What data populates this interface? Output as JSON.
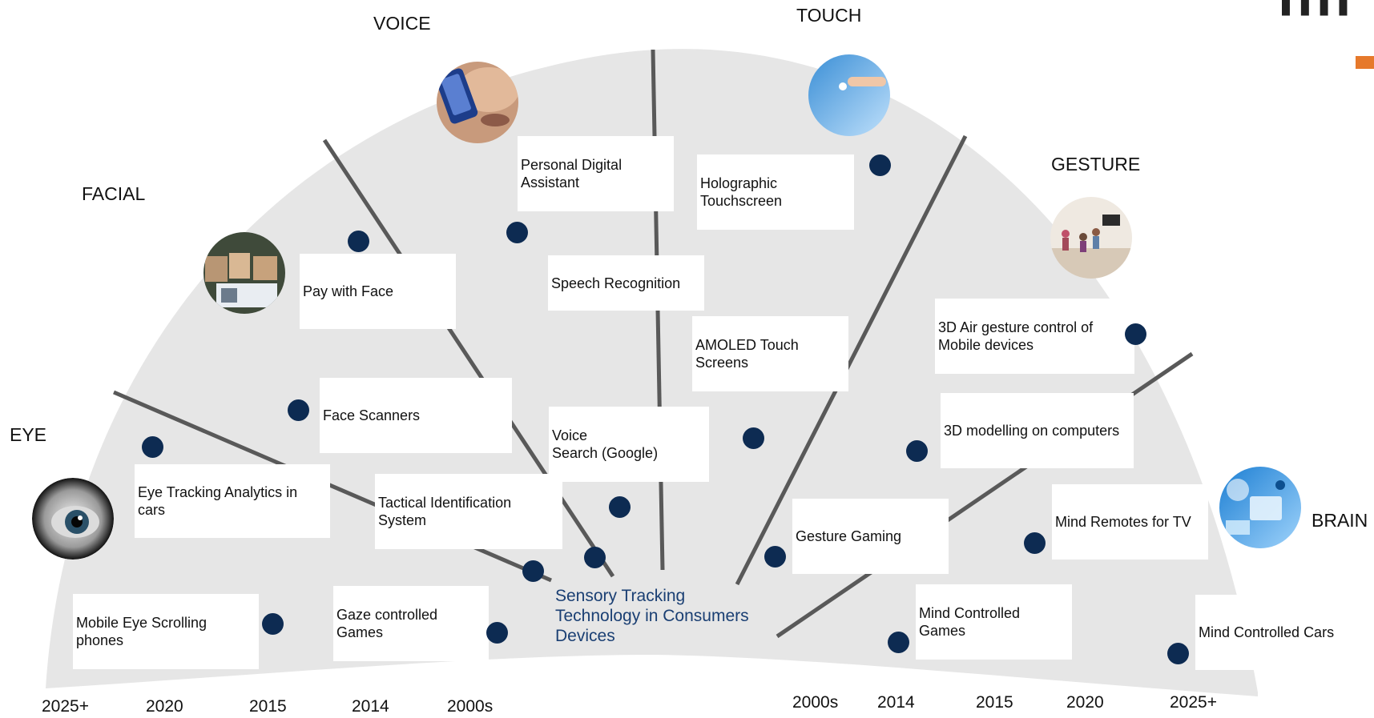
{
  "title": "Sensory Tracking\nTechnology in Consumers\nDevices",
  "colors": {
    "fan": "#e6e6e6",
    "divider": "#595959",
    "dot": "#0d2b52",
    "title": "#1a3f73",
    "accent": "#e6792b"
  },
  "categories": {
    "eye": "EYE",
    "facial": "FACIAL",
    "voice": "VOICE",
    "touch": "TOUCH",
    "gesture": "GESTURE",
    "brain": "BRAIN"
  },
  "photos": {
    "eye": "eye-photo-icon",
    "facial": "face-recognition-photo-icon",
    "voice": "phone-call-photo-icon",
    "touch": "touchscreen-photo-icon",
    "gesture": "living-room-gesture-photo-icon",
    "brain": "brain-interface-photo-icon"
  },
  "items": {
    "mobile_eye_scrolling": "Mobile Eye Scrolling\nphones",
    "eye_tracking_cars": "Eye Tracking Analytics  in\ncars",
    "gaze_games": "Gaze controlled\nGames",
    "tactical_id": "Tactical Identification\nSystem",
    "face_scanners": "Face Scanners",
    "pay_with_face": "Pay with Face",
    "personal_assistant": "Personal Digital\nAssistant",
    "speech_recognition": "Speech Recognition",
    "voice_search": "Voice\nSearch (Google)",
    "holographic": "Holographic\nTouchscreen",
    "amoled": "AMOLED Touch\nScreens",
    "gesture_gaming": "Gesture Gaming",
    "air_gesture": "3D Air  gesture control of\nMobile devices",
    "modelling": "3D modelling on computers",
    "mind_remotes": "Mind Remotes for TV",
    "mind_games": "Mind Controlled\nGames",
    "mind_cars": "Mind Controlled Cars"
  },
  "timeline_left": [
    "2025+",
    "2020",
    "2015",
    "2014",
    "2000s"
  ],
  "timeline_right": [
    "2000s",
    "2014",
    "2015",
    "2020",
    "2025+"
  ]
}
